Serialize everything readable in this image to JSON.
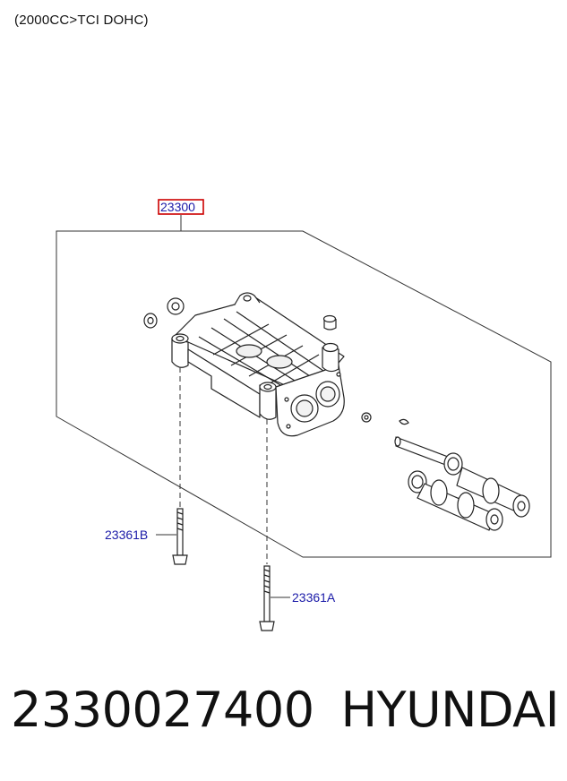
{
  "caption": "(2000CC>TCI DOHC)",
  "callouts": {
    "assembly": "23300",
    "bolt_b": "23361B",
    "bolt_a": "23361A"
  },
  "footer": {
    "part_number": "2330027400",
    "brand": "HYUNDAI"
  },
  "colors": {
    "callout_text": "#1a1aa8",
    "highlight_box": "#cc0000",
    "line": "#222222"
  }
}
